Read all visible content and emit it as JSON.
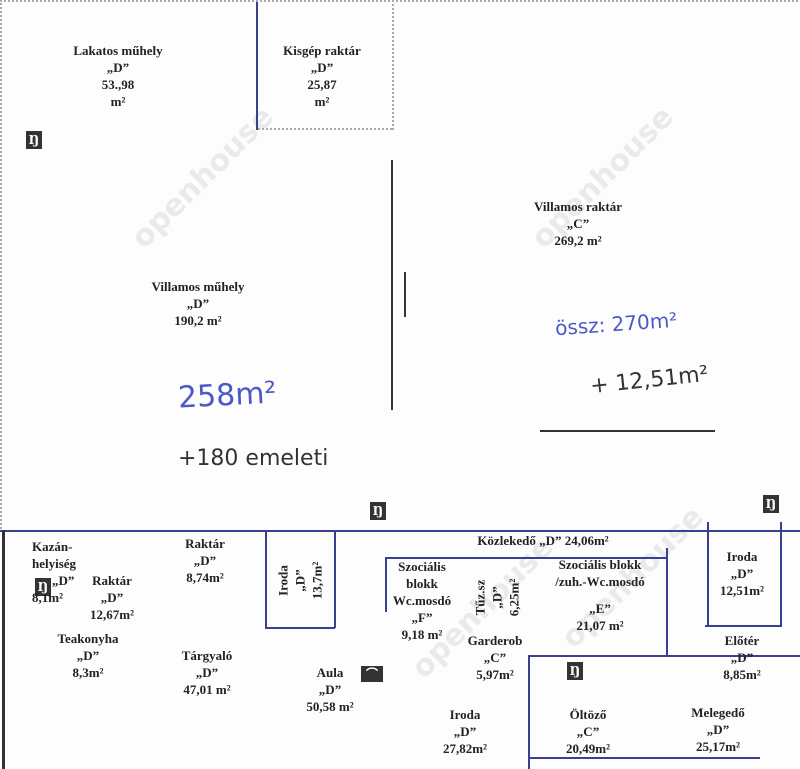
{
  "watermark": "openhouse",
  "rooms": [
    {
      "name": "Lakatos műhely",
      "cls": "„D”",
      "area": "53.,98",
      "unit": "m²"
    },
    {
      "name": "Kisgép raktár",
      "cls": "„D”",
      "area": "25,87",
      "unit": "m²"
    },
    {
      "name": "Villamos raktár",
      "cls": "„C”",
      "area": "269,2 m²"
    },
    {
      "name": "Villamos műhely",
      "cls": "„D”",
      "area": "190,2 m²"
    },
    {
      "name": "Kazán-",
      "name2": "helyiség",
      "cls": "„D”",
      "area": "8,1m²"
    },
    {
      "name": "Raktár",
      "cls": "„D”",
      "area": "12,67m²"
    },
    {
      "name": "Raktár",
      "cls": "„D”",
      "area": "8,74m²"
    },
    {
      "name": "Iroda",
      "cls": "„D”",
      "area": "13,7m²"
    },
    {
      "name": "Teakonyha",
      "cls": "„D”",
      "area": "8,3m²"
    },
    {
      "name": "Tárgyaló",
      "cls": "„D”",
      "area": "47,01 m²"
    },
    {
      "name": "Aula",
      "cls": "„D”",
      "area": "50,58 m²"
    },
    {
      "name": "Közlekedő „D” 24,06m²"
    },
    {
      "name": "Szociális",
      "name2": "blokk",
      "name3": "Wc.mosdó",
      "cls": "„F”",
      "area": "9,18 m²"
    },
    {
      "name": "Tűz.sz",
      "cls": "„D”",
      "area": "6,25m²"
    },
    {
      "name": "Garderob",
      "cls": "„C”",
      "area": "5,97m²"
    },
    {
      "name": "Szociális blokk",
      "name2": "/zuh.-Wc.mosdó",
      "cls": "„E”",
      "area": "21,07 m²"
    },
    {
      "name": "Iroda",
      "cls": "„D”",
      "area": "12,51m²"
    },
    {
      "name": "Előtér",
      "cls": "„D”",
      "area": "8,85m²"
    },
    {
      "name": "Iroda",
      "cls": "„D”",
      "area": "27,82m²"
    },
    {
      "name": "Öltöző",
      "cls": "„C”",
      "area": "20,49m²"
    },
    {
      "name": "Melegedő",
      "cls": "„D”",
      "area": "25,17m²"
    }
  ],
  "notes": {
    "total": "össz: 270m²",
    "plus": "+ 12,51m²",
    "workshop": "258m²",
    "upper": "+180 emeleti"
  }
}
